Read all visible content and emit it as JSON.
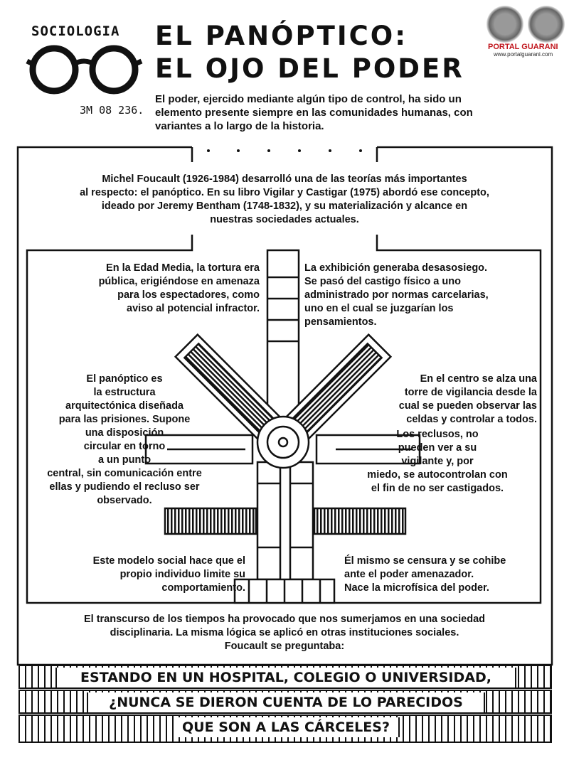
{
  "header": {
    "brand": "SOCIOLOGIA",
    "code": "3M 08 236.",
    "title": "EL PANÓPTICO:\nEL OJO DEL PODER",
    "lead": "El poder, ejercido mediante algún tipo de control, ha sido un\nelemento presente siempre en las comunidades humanas, con\nvariantes a lo largo de la historia.",
    "logo_text": "PORTAL GUARANI",
    "logo_url": "www.portalguarani.com"
  },
  "intro": "Michel Foucault (1926-1984) desarrolló una de las teorías más importantes\nal respecto: el panóptico. En su libro Vigilar y Castigar (1975) abordó ese concepto,\nideado por Jeremy Bentham (1748-1832), y su materialización y alcance en\nnuestras sociedades actuales.",
  "blocks": {
    "top_left": "En la Edad Media, la tortura era\npública, erigiéndose en amenaza\npara los espectadores, como\naviso al potencial infractor.",
    "top_right": "La exhibición generaba desasosiego.\nSe pasó del castigo físico a uno\nadministrado por normas carcelarias,\nuno en el cual se juzgarían los\npensamientos.",
    "mid_left": "El panóptico es\nla estructura\narquitectónica diseñada\npara las prisiones. Supone\nuna disposición\ncircular en torno\na un punto\ncentral, sin comunicación entre\nellas y pudiendo el recluso ser\nobservado.",
    "mid_right_1": "En el centro se alza una\ntorre de vigilancia desde la\ncual se pueden observar las\nceldas y controlar a todos.",
    "mid_right_2": "Los reclusos, no\npueden ver a su\nvigilante y, por\nmiedo, se autocontrolan con\nel fin de no ser castigados.",
    "bottom_left": "Este modelo social hace que el\npropio individuo limite su\ncomportamiento.",
    "bottom_right": "Él mismo se censura y se cohibe\nante el poder amenazador.\nNace la microfísica del poder."
  },
  "closing": "El transcurso de los tiempos ha provocado que nos sumerjamos en una sociedad\ndisciplinaria. La misma lógica se aplicó en otras instituciones sociales.\nFoucault se preguntaba:",
  "question": [
    "ESTANDO EN UN HOSPITAL, COLEGIO O UNIVERSIDAD,",
    "¿NUNCA SE DIERON CUENTA DE LO PARECIDOS",
    "QUE SON A LAS CÁRCELES?"
  ]
}
